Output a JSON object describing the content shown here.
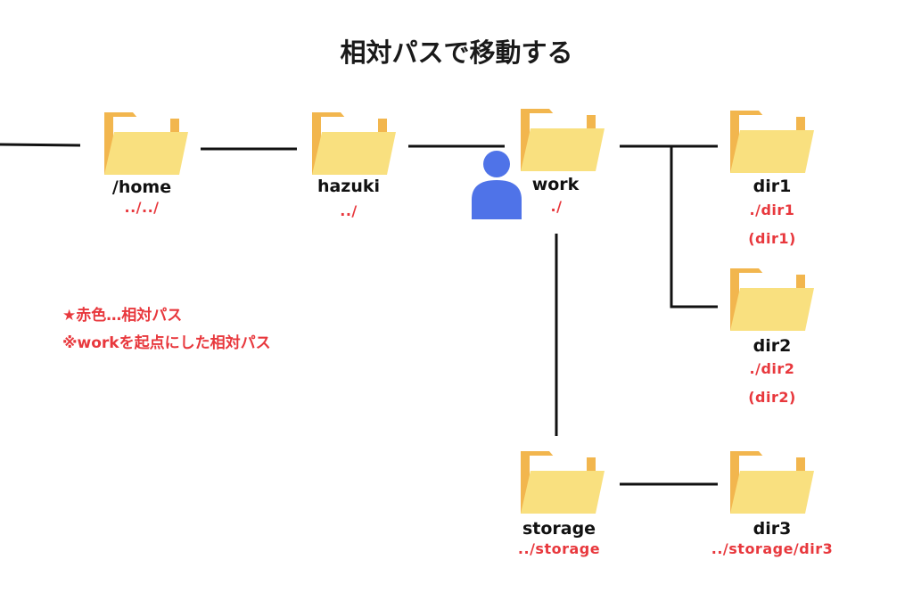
{
  "title": "相対パスで移動する",
  "nodes": {
    "home": {
      "name": "/home",
      "path": "../../"
    },
    "hazuki": {
      "name": "hazuki",
      "path": "../"
    },
    "work": {
      "name": "work",
      "path": "./"
    },
    "dir1": {
      "name": "dir1",
      "path": "./dir1",
      "alt": "(dir1)"
    },
    "dir2": {
      "name": "dir2",
      "path": "./dir2",
      "alt": "(dir2)"
    },
    "storage": {
      "name": "storage",
      "path": "../storage"
    },
    "dir3": {
      "name": "dir3",
      "path": "../storage/dir3"
    }
  },
  "legend": {
    "line1": "★赤色…相対パス",
    "line2": "※workを起点にした相対パス"
  },
  "colors": {
    "folder_back": "#F2B64E",
    "folder_front": "#F9E07F",
    "paper": "#FFFFFF",
    "path_text": "#E8383D",
    "user": "#4F73E8",
    "line": "#111111"
  },
  "icons": {
    "folder": "folder-icon",
    "user": "user-icon"
  }
}
